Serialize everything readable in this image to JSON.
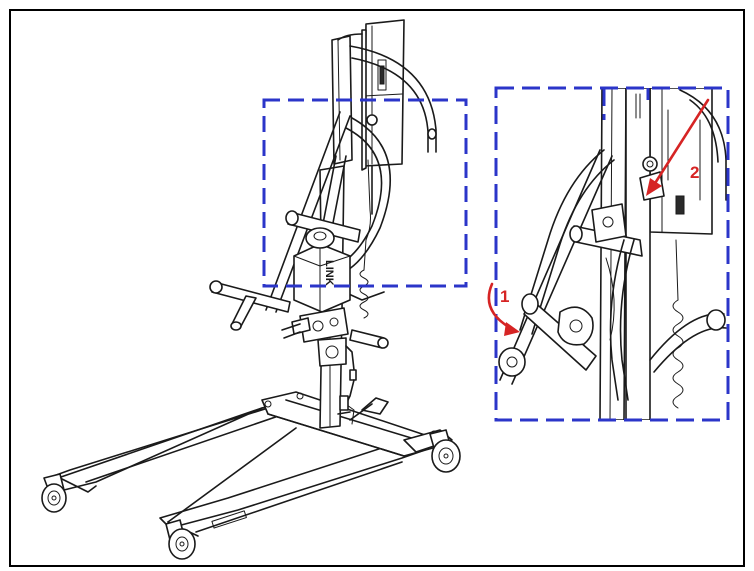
{
  "brand_label": "LINK",
  "callouts": [
    {
      "number": "1"
    },
    {
      "number": "2"
    }
  ],
  "colors": {
    "frame_border": "#000000",
    "dashed_box": "#2b35c9",
    "callout_red": "#d62424",
    "ink": "#1a1a1a"
  },
  "icons": {
    "arrow_1": "curved-arrow-icon",
    "arrow_2": "straight-arrow-icon"
  }
}
